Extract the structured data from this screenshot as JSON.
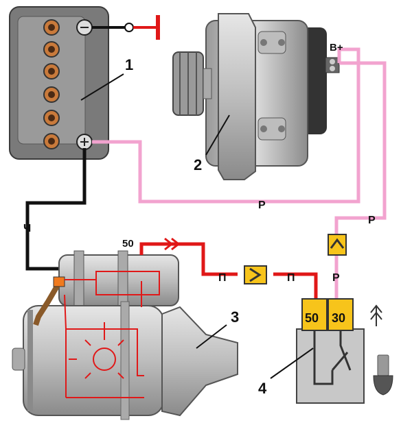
{
  "callouts": {
    "battery": "1",
    "generator": "2",
    "starter": "3",
    "ignition_switch": "4"
  },
  "wires": {
    "black_battery_starter": "Ч",
    "pink_battery_generator": "Р",
    "pink_generator_switch": "Р",
    "pink_switch_term30": "Р",
    "brown_starter_relay_left": "П",
    "brown_starter_relay_right": "П"
  },
  "terminals": {
    "generator_output": "B+",
    "starter_relay": "50",
    "switch_term50": "50",
    "switch_term30": "30"
  },
  "colors": {
    "pink_wire": "#f2a3cf",
    "red_wire": "#e01818",
    "black_wire": "#111111",
    "connector_yellow": "#f7c41b",
    "body_gray": "#c8c8c8",
    "dark_gray": "#5a5a5a"
  }
}
